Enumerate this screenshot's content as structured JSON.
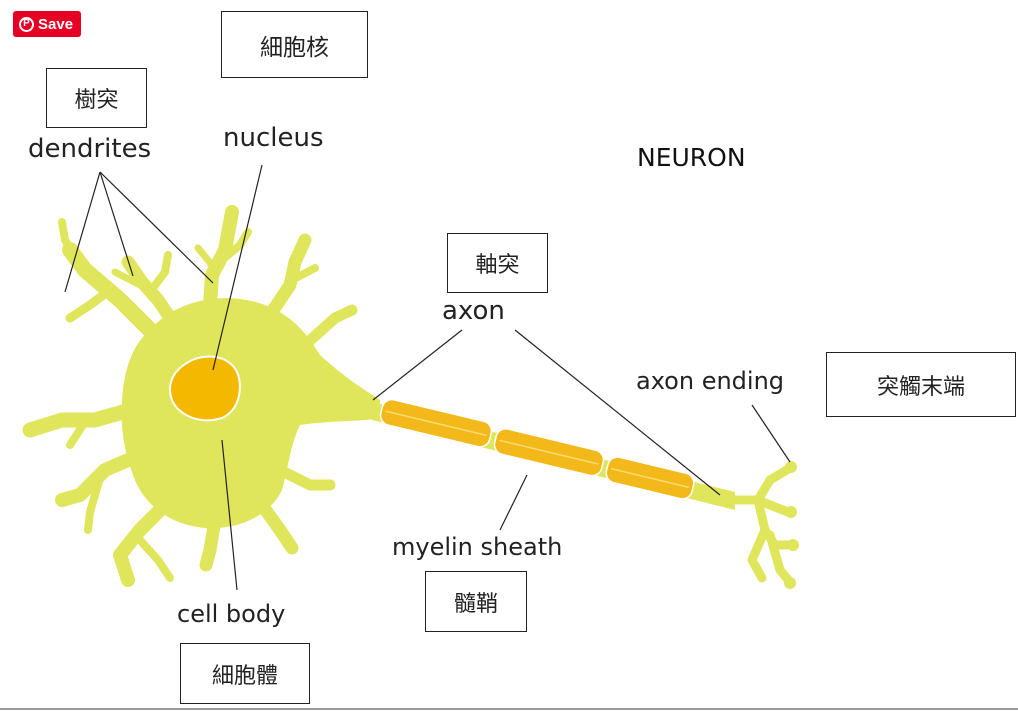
{
  "save_button": {
    "label": "Save",
    "icon": "pinterest-icon"
  },
  "diagram": {
    "title": "NEURON",
    "labels": {
      "dendrites": "dendrites",
      "dendrites_zh": "樹突",
      "nucleus": "nucleus",
      "nucleus_zh": "細胞核",
      "axon": "axon",
      "axon_zh": "軸突",
      "axon_ending": "axon ending",
      "axon_ending_zh": "突觸末端",
      "myelin_sheath": "myelin sheath",
      "myelin_sheath_zh": "髓鞘",
      "cell_body": "cell body",
      "cell_body_zh": "細胞體"
    },
    "colors": {
      "cell": "#dfe65c",
      "nucleus": "#f5b800",
      "myelin": "#f3b81a",
      "line": "#222222",
      "save": "#e60023"
    }
  }
}
